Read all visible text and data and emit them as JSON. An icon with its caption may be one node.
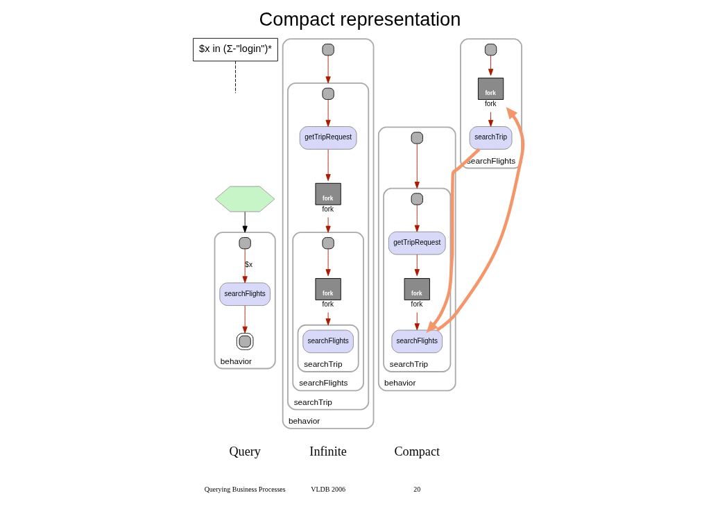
{
  "diagram": {
    "title": "Compact representation",
    "nodes": [
      {
        "text": [],
        "shape": "hexagon"
      },
      {
        "text": [
          "$x in (Σ-\"login\")*"
        ]
      },
      {
        "text": [
          "behavior"
        ]
      },
      {
        "text": [],
        "shape": "box",
        "in": 2
      },
      {
        "text": [
          "searchFlights"
        ],
        "in": 2
      },
      {
        "text": [],
        "shape": "box",
        "in": 2
      },
      {
        "text": [
          "behavior"
        ]
      },
      {
        "text": [],
        "shape": "box",
        "in": 6
      },
      {
        "text": [
          "searchTrip"
        ],
        "in": 6
      },
      {
        "text": [],
        "shape": "box",
        "in": 8
      },
      {
        "text": [
          "getTripRequest"
        ],
        "in": 8
      },
      {
        "text": [
          "fork",
          "fork"
        ],
        "in": 8
      },
      {
        "text": [
          "searchFlights"
        ],
        "in": 8
      },
      {
        "text": [],
        "shape": "box",
        "in": 12
      },
      {
        "text": [
          "fork",
          "fork"
        ],
        "in": 12
      },
      {
        "text": [
          "searchTrip"
        ],
        "in": 12
      },
      {
        "text": [
          "searchFlights"
        ],
        "in": 15
      },
      {
        "text": [
          "behavior"
        ]
      },
      {
        "text": [],
        "shape": "box",
        "in": 17
      },
      {
        "text": [
          "searchTrip"
        ],
        "in": 17
      },
      {
        "text": [],
        "shape": "box",
        "in": 19
      },
      {
        "text": [
          "getTripRequest"
        ],
        "in": 19
      },
      {
        "text": [
          "fork",
          "fork"
        ],
        "in": 19
      },
      {
        "text": [
          "searchFlights"
        ],
        "in": 19
      },
      {
        "text": [
          "searchFlights"
        ]
      },
      {
        "text": [],
        "shape": "box",
        "in": 24
      },
      {
        "text": [
          "fork",
          "fork"
        ],
        "in": 24
      },
      {
        "text": [
          "searchTrip"
        ],
        "in": 24
      }
    ],
    "edges": [
      {
        "from": 0,
        "to": 2,
        "arrow": "to",
        "color": "#000000"
      },
      {
        "from": 1,
        "to": null,
        "arrow": "none",
        "style": "dashed",
        "color": "#000000"
      },
      {
        "from": 3,
        "to": 4,
        "arrow": "to",
        "label": "$x"
      },
      {
        "from": 4,
        "to": 5,
        "arrow": "to"
      },
      {
        "from": 7,
        "to": 8,
        "arrow": "to"
      },
      {
        "from": 9,
        "to": 10,
        "arrow": "to"
      },
      {
        "from": 10,
        "to": 11,
        "arrow": "to"
      },
      {
        "from": 11,
        "to": 12,
        "arrow": "to"
      },
      {
        "from": 13,
        "to": 14,
        "arrow": "to"
      },
      {
        "from": 14,
        "to": 15,
        "arrow": "to"
      },
      {
        "from": 18,
        "to": 19,
        "arrow": "to"
      },
      {
        "from": 20,
        "to": 21,
        "arrow": "to"
      },
      {
        "from": 21,
        "to": 22,
        "arrow": "to"
      },
      {
        "from": 22,
        "to": 23,
        "arrow": "to"
      },
      {
        "from": 25,
        "to": 26,
        "arrow": "to"
      },
      {
        "from": 26,
        "to": 27,
        "arrow": "to"
      },
      {
        "from": 23,
        "to": 26,
        "arrow": "to",
        "style": "thick",
        "color": "#f4956a"
      },
      {
        "from": 27,
        "to": 23,
        "arrow": "to",
        "style": "thick",
        "color": "#f4956a"
      }
    ],
    "labels": [
      "Query",
      "Infinite",
      "Compact",
      "Querying Business Processes",
      "VLDB 2006",
      "20"
    ]
  }
}
